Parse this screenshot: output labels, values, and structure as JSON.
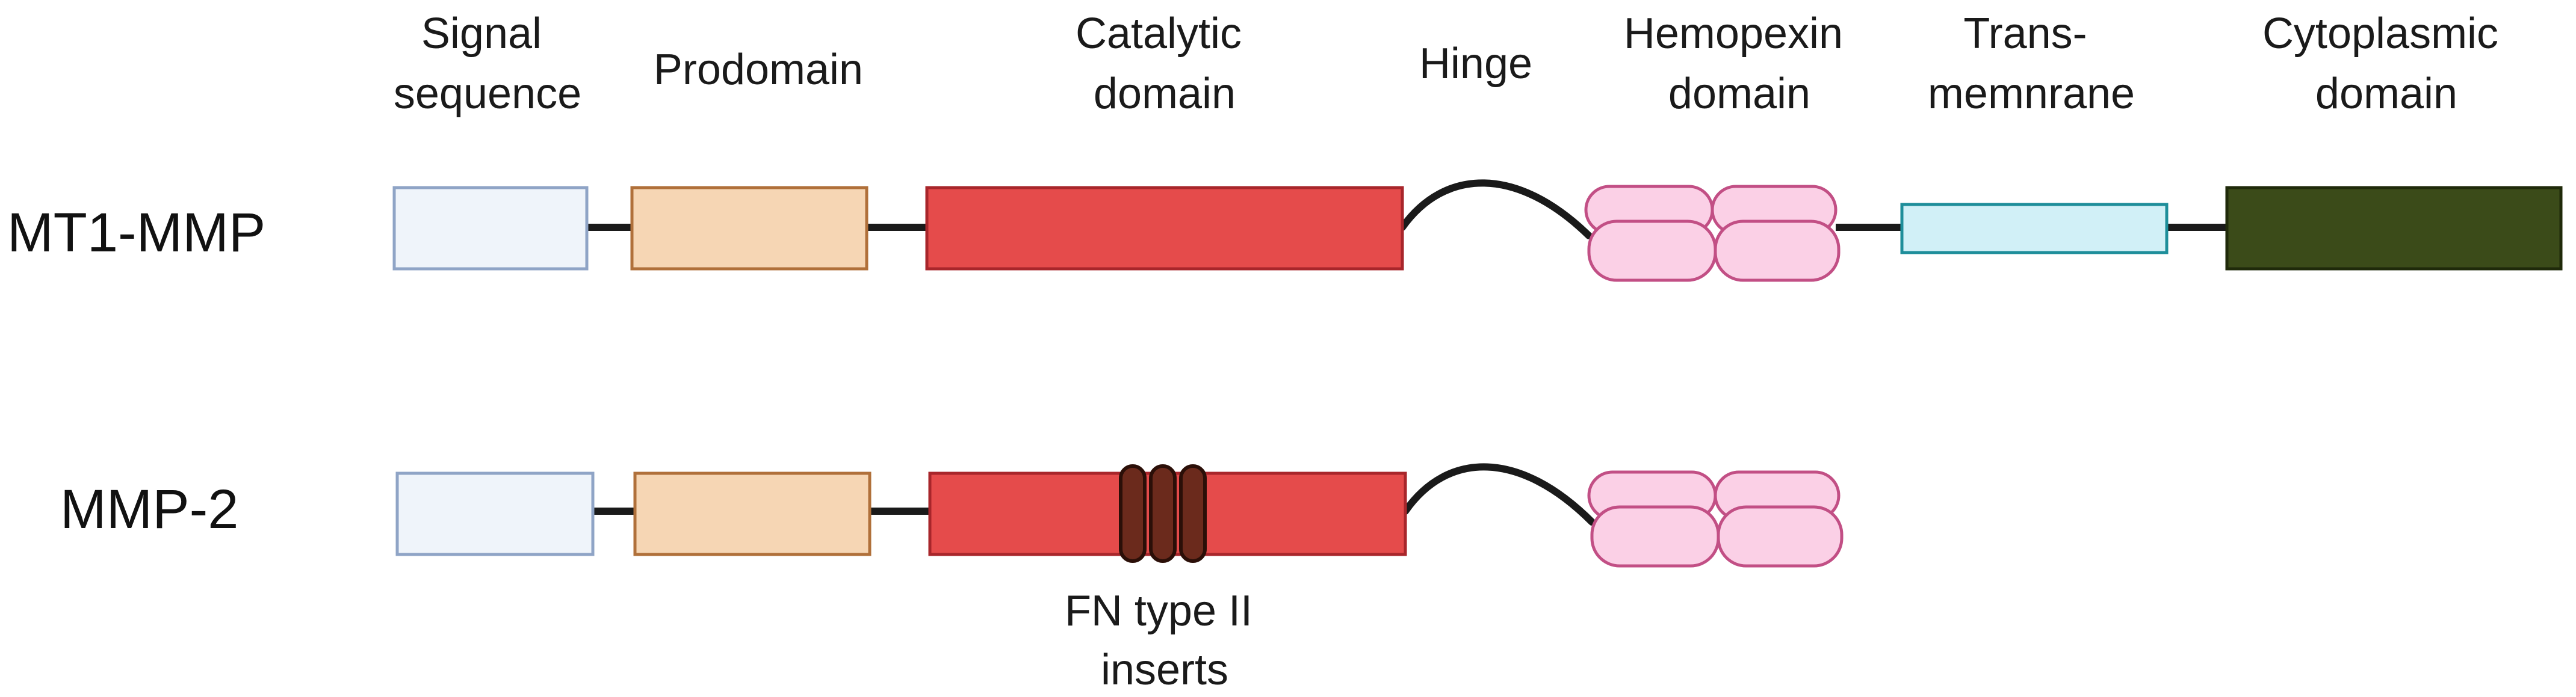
{
  "headers": {
    "signal": [
      "Signal",
      "sequence"
    ],
    "prodomain": [
      "Prodomain"
    ],
    "catalytic": [
      "Catalytic",
      "domain"
    ],
    "hinge": [
      "Hinge"
    ],
    "hemopexin": [
      "Hemopexin",
      "domain"
    ],
    "transmembrane": [
      "Trans-",
      "memnrane"
    ],
    "cytoplasmic": [
      "Cytoplasmic",
      "domain"
    ]
  },
  "rows": {
    "mt1mmp": {
      "label": "MT1-MMP"
    },
    "mmp2": {
      "label": "MMP-2"
    }
  },
  "annotation": [
    "FN type II",
    "inserts"
  ],
  "colors": {
    "signal_fill": "#eff4fa",
    "signal_stroke": "#8fa4c6",
    "prodomain_fill": "#f6d6b4",
    "prodomain_stroke": "#b0703a",
    "catalytic_fill": "#e54b4b",
    "catalytic_stroke": "#a8262b",
    "hemopexin_fill": "#fbd0e6",
    "hemopexin_stroke": "#c24f85",
    "transmembrane_fill": "#d1f0f7",
    "transmembrane_stroke": "#1e8e9a",
    "cytoplasmic_fill": "#3b4b19",
    "cytoplasmic_stroke": "#1f2a0a",
    "fn_insert_fill": "#6b2a1c",
    "linker": "#1a1a1a"
  }
}
